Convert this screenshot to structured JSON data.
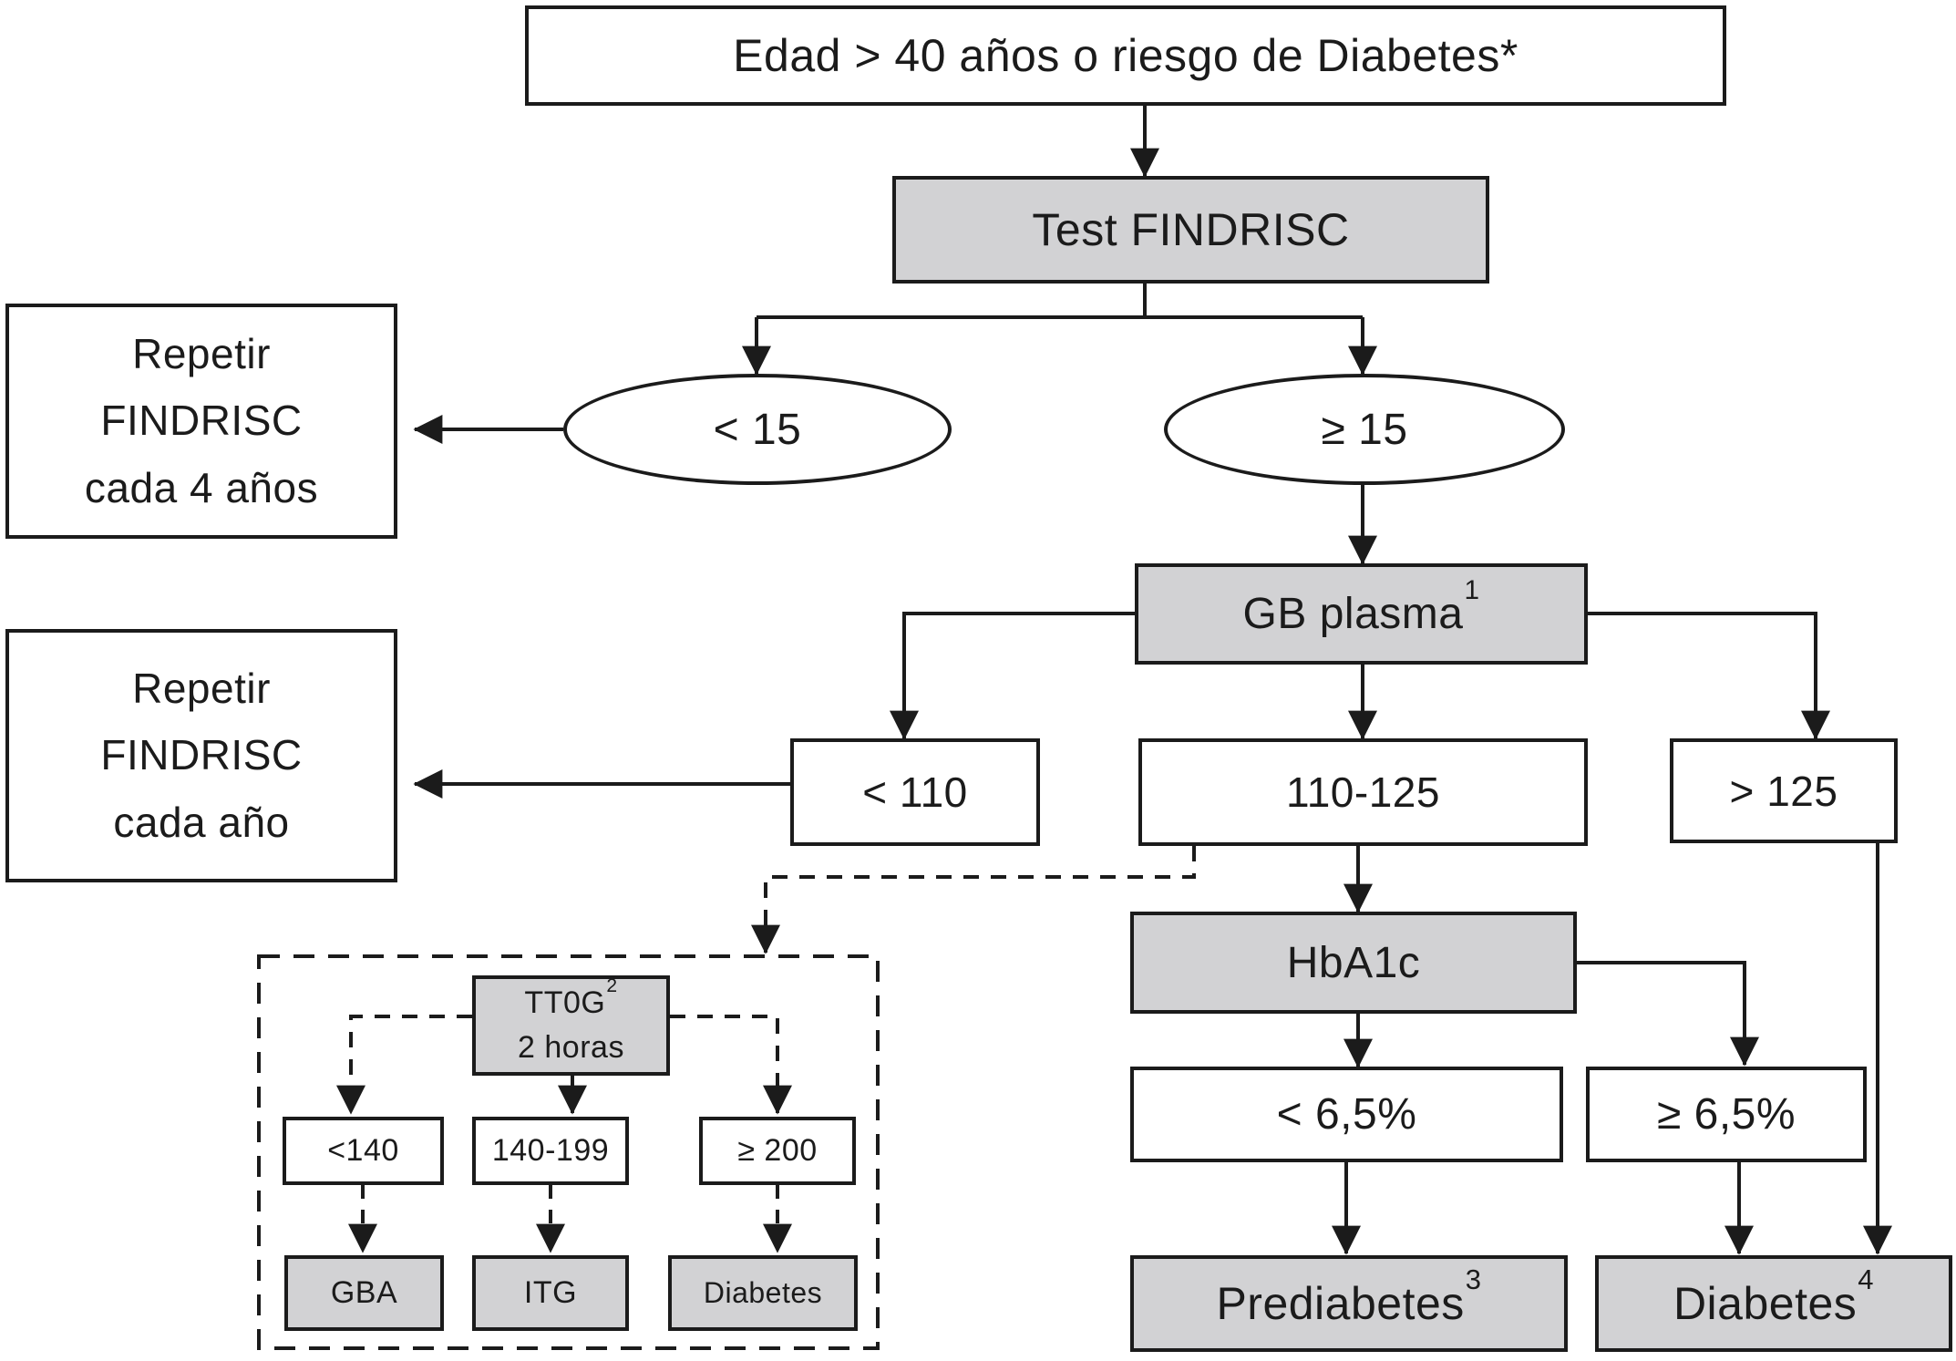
{
  "diagram": {
    "description": "Algoritmo de cribado de diabetes (FINDRISC)",
    "colors": {
      "node_gray": "#d2d2d4",
      "node_white": "#ffffff",
      "line": "#1b1b1b"
    }
  },
  "nodes": {
    "edad": {
      "label": "Edad > 40 años o riesgo de Diabetes*"
    },
    "test_findrisc": {
      "label": "Test FINDRISC"
    },
    "lt15": {
      "label": "< 15"
    },
    "ge15": {
      "label": "≥ 15"
    },
    "repetir4": {
      "lines": [
        "Repetir",
        "FINDRISC",
        "cada 4 años"
      ]
    },
    "gb_plasma": {
      "label": "GB plasma",
      "sup": "1"
    },
    "repetir1": {
      "lines": [
        "Repetir",
        "FINDRISC",
        "cada año"
      ]
    },
    "lt110": {
      "label": "< 110"
    },
    "b110_125": {
      "label": "110-125"
    },
    "gt125": {
      "label": "> 125"
    },
    "hba1c": {
      "label": "HbA1c"
    },
    "lt65": {
      "label": "< 6,5%"
    },
    "ge65": {
      "label": "≥ 6,5%"
    },
    "prediabetes": {
      "label": "Prediabetes",
      "sup": "3"
    },
    "diabetes4": {
      "label": "Diabetes",
      "sup": "4"
    },
    "ttog": {
      "label": "TT0G",
      "sup": "2",
      "label2": "2 horas"
    },
    "lt140": {
      "label": "<140"
    },
    "b140_199": {
      "label": "140-199"
    },
    "ge200": {
      "label": "≥ 200"
    },
    "gba": {
      "label": "GBA"
    },
    "itg": {
      "label": "ITG"
    },
    "diabetes_ttog": {
      "label": "Diabetes"
    }
  }
}
